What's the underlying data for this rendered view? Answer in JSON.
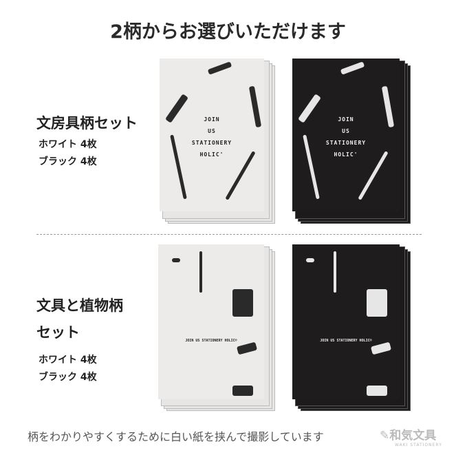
{
  "title": "2柄からお選びいただけます",
  "set1": {
    "name": "文房具柄セット",
    "white": "ホワイト 4枚",
    "black": "ブラック 4枚",
    "print_lines": [
      "JOIN",
      "US",
      "STATIONERY",
      "HOLIC'"
    ]
  },
  "set2": {
    "name_line1": "文具と植物柄",
    "name_line2": "セット",
    "white": "ホワイト 4枚",
    "black": "ブラック 4枚",
    "print_text": "JOIN US STATIONERY HOLIC®"
  },
  "footer": "柄をわかりやすくするために白い紙を挟んで撮影しています",
  "logo": {
    "name": "和気文具",
    "sub": "WAKI STATIONERY"
  }
}
